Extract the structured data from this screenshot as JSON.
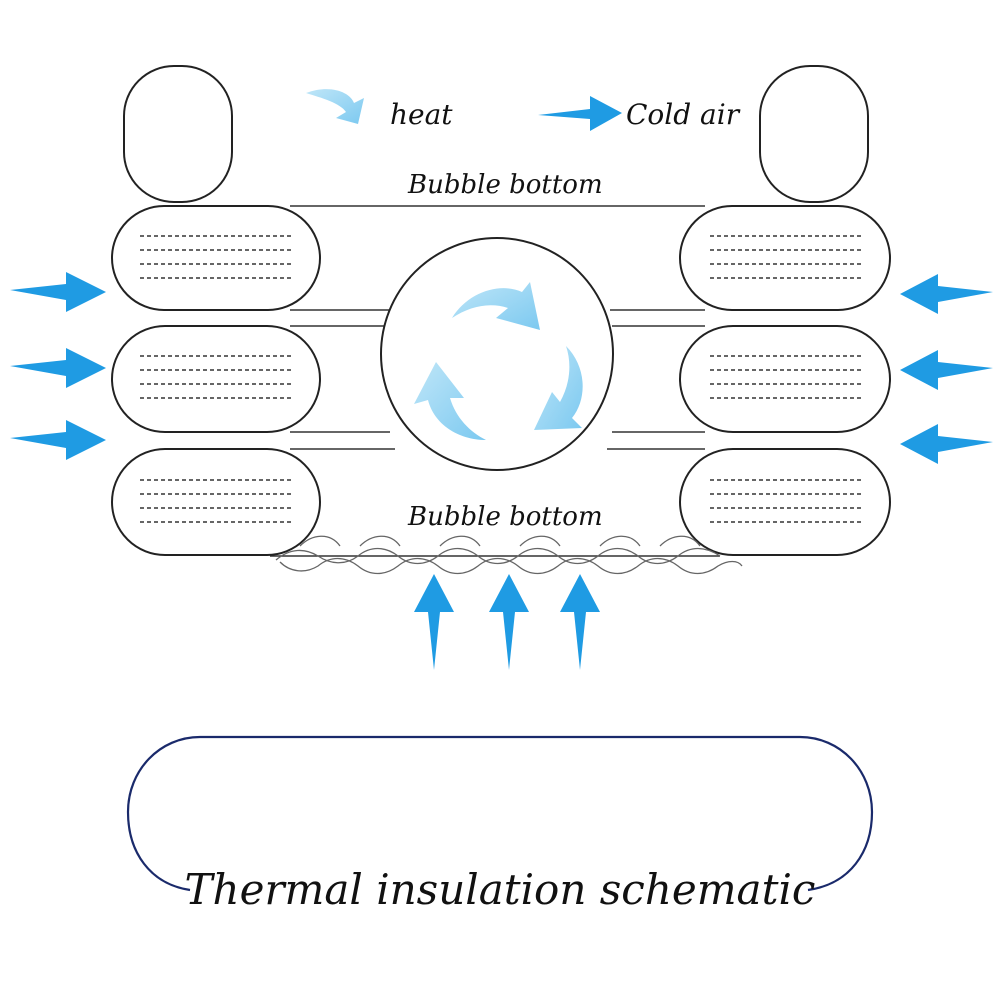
{
  "legend": {
    "heat_label": "heat",
    "cold_air_label": "Cold air"
  },
  "labels": {
    "bubble_top": "Bubble bottom",
    "bubble_bottom": "Bubble bottom"
  },
  "caption": "Thermal insulation schematic",
  "colors": {
    "cold_arrow": "#1f9be3",
    "heat_arrow": "#8fd2f3",
    "outline": "#222222",
    "caption_frame": "#1a2a6b"
  }
}
